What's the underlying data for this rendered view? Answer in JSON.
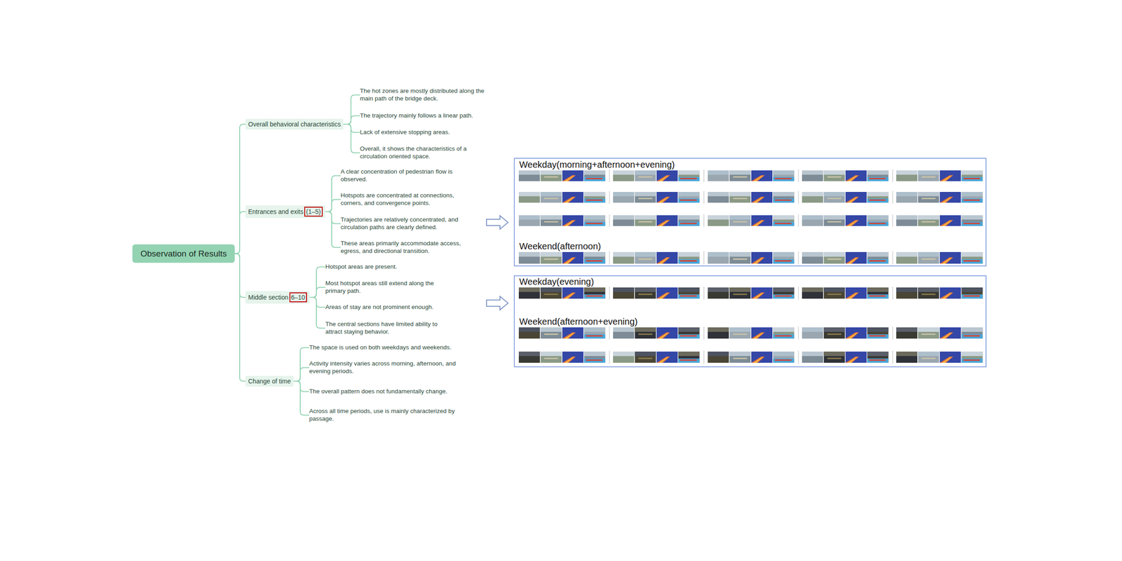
{
  "diagram": {
    "nodes": [
      {
        "text": [
          "Observation of Results"
        ]
      },
      {
        "text": [
          "Overall behavioral characteristics"
        ]
      },
      {
        "text": [
          "The hot zones are mostly distributed along the main path of the bridge deck."
        ]
      },
      {
        "text": [
          "The trajectory mainly follows a linear path."
        ]
      },
      {
        "text": [
          "Lack of extensive stopping areas."
        ]
      },
      {
        "text": [
          "Overall, it shows the characteristics of a circulation oriented space."
        ]
      },
      {
        "text": [
          "Entrances and exits",
          "(1–5)"
        ]
      },
      {
        "text": [
          "A clear concentration of pedestrian flow is observed."
        ]
      },
      {
        "text": [
          "Hotspots are concentrated at connections, corners, and convergence points."
        ]
      },
      {
        "text": [
          "Trajectories are relatively concentrated, and circulation paths are clearly defined."
        ]
      },
      {
        "text": [
          "These areas primarily accommodate access, egress, and directional transition."
        ]
      },
      {
        "text": [
          "Middle section",
          "6–10"
        ]
      },
      {
        "text": [
          "Hotspot areas are present."
        ]
      },
      {
        "text": [
          "Most hotspot areas still extend along the primary path."
        ]
      },
      {
        "text": [
          "Areas of stay are not prominent enough."
        ]
      },
      {
        "text": [
          "The central sections have limited ability to attract staying behavior."
        ]
      },
      {
        "text": [
          "Change of time"
        ]
      },
      {
        "text": [
          "The space is used on both weekdays and weekends."
        ]
      },
      {
        "text": [
          "Activity intensity varies across morning, afternoon, and evening periods."
        ]
      },
      {
        "text": [
          "The overall pattern does not fundamentally change."
        ]
      },
      {
        "text": [
          "Across all time periods, use is mainly characterized by passage."
        ]
      },
      {
        "text": [
          "Weekday(morning+afternoon+evening)",
          "Weekend(afternoon)"
        ]
      },
      {
        "text": [
          "Weekday(evening)",
          "Weekend(afternoon+evening)"
        ]
      }
    ],
    "edges": [
      {
        "from": 0,
        "to": 1,
        "arrow": "none"
      },
      {
        "from": 0,
        "to": 6,
        "arrow": "none"
      },
      {
        "from": 0,
        "to": 11,
        "arrow": "none"
      },
      {
        "from": 0,
        "to": 16,
        "arrow": "none"
      },
      {
        "from": 1,
        "to": 2,
        "arrow": "none"
      },
      {
        "from": 1,
        "to": 3,
        "arrow": "none"
      },
      {
        "from": 1,
        "to": 4,
        "arrow": "none"
      },
      {
        "from": 1,
        "to": 5,
        "arrow": "none"
      },
      {
        "from": 6,
        "to": 7,
        "arrow": "none"
      },
      {
        "from": 6,
        "to": 8,
        "arrow": "none"
      },
      {
        "from": 6,
        "to": 9,
        "arrow": "none"
      },
      {
        "from": 6,
        "to": 10,
        "arrow": "none"
      },
      {
        "from": 11,
        "to": 12,
        "arrow": "none"
      },
      {
        "from": 11,
        "to": 13,
        "arrow": "none"
      },
      {
        "from": 11,
        "to": 14,
        "arrow": "none"
      },
      {
        "from": 11,
        "to": 15,
        "arrow": "none"
      },
      {
        "from": 16,
        "to": 17,
        "arrow": "none"
      },
      {
        "from": 16,
        "to": 18,
        "arrow": "none"
      },
      {
        "from": 16,
        "to": 19,
        "arrow": "none"
      },
      {
        "from": 16,
        "to": 20,
        "arrow": "none"
      }
    ]
  }
}
